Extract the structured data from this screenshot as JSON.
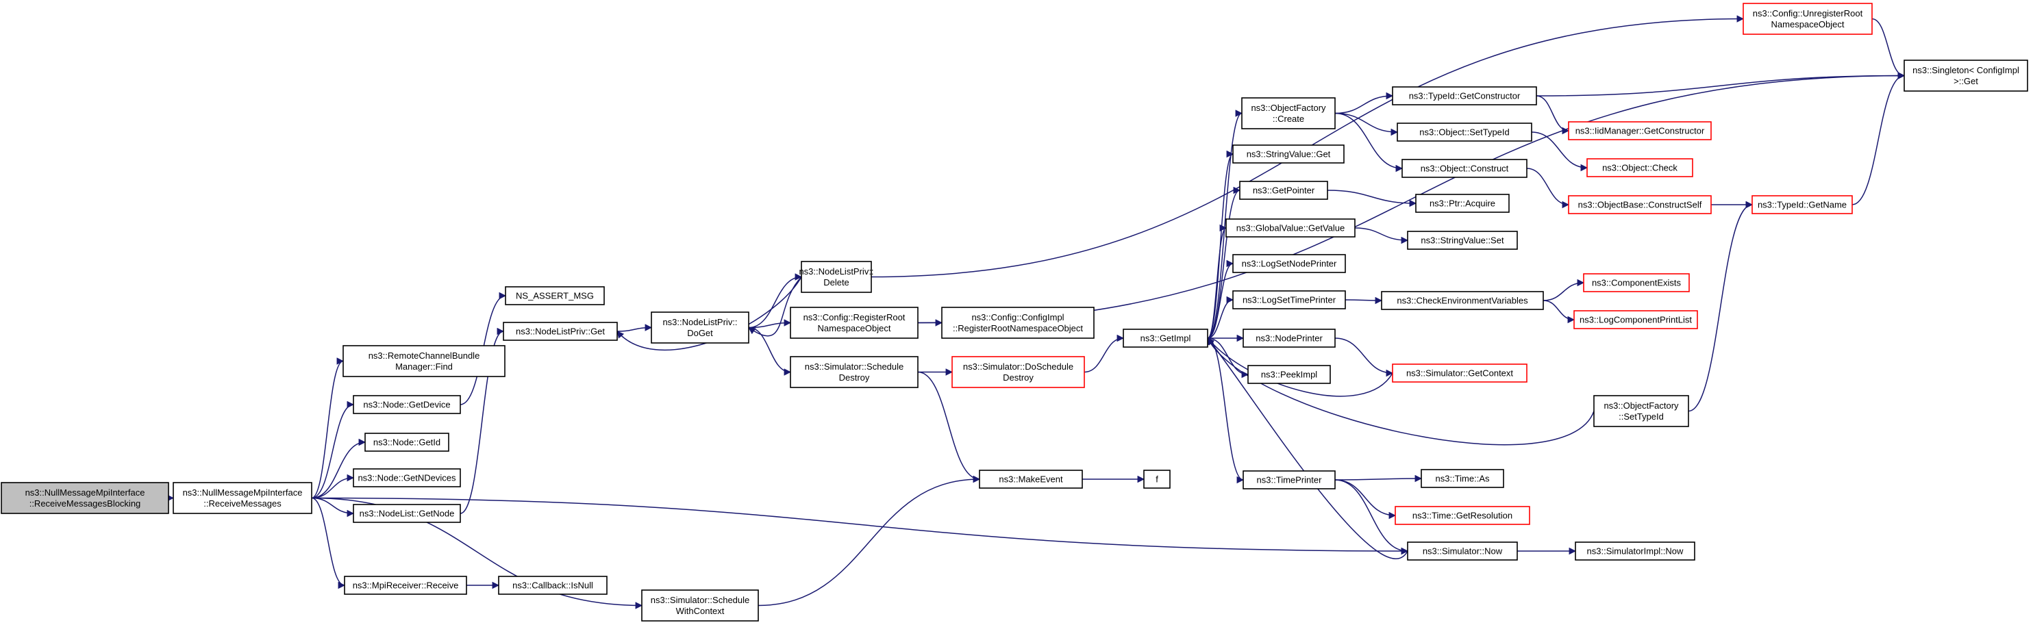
{
  "colors": {
    "edge": "#191970",
    "red_border": "#ff0000",
    "root_fill": "#bfbfbf"
  },
  "nodes": {
    "root": {
      "label": [
        "ns3::NullMessageMpiInterface",
        "::ReceiveMessagesBlocking"
      ],
      "root": true
    },
    "recv": {
      "label": [
        "ns3::NullMessageMpiInterface",
        "::ReceiveMessages"
      ]
    },
    "rcbm": {
      "label": [
        "ns3::RemoteChannelBundle",
        "Manager::Find"
      ]
    },
    "getdev": {
      "label": [
        "ns3::Node::GetDevice"
      ]
    },
    "getid": {
      "label": [
        "ns3::Node::GetId"
      ]
    },
    "getnd": {
      "label": [
        "ns3::Node::GetNDevices"
      ]
    },
    "getnode": {
      "label": [
        "ns3::NodeList::GetNode"
      ]
    },
    "mpirecv": {
      "label": [
        "ns3::MpiReceiver::Receive"
      ]
    },
    "isnull": {
      "label": [
        "ns3::Callback::IsNull"
      ]
    },
    "nsassert": {
      "label": [
        "NS_ASSERT_MSG"
      ]
    },
    "nlpget": {
      "label": [
        "ns3::NodeListPriv::Get"
      ]
    },
    "doget": {
      "label": [
        "ns3::NodeListPriv::",
        "DoGet"
      ]
    },
    "nlpdel": {
      "label": [
        "ns3::NodeListPriv::",
        "Delete"
      ]
    },
    "regroot": {
      "label": [
        "ns3::Config::RegisterRoot",
        "NamespaceObject"
      ]
    },
    "cfgreg": {
      "label": [
        "ns3::Config::ConfigImpl",
        "::RegisterRootNamespaceObject"
      ]
    },
    "schdes": {
      "label": [
        "ns3::Simulator::Schedule",
        "Destroy"
      ]
    },
    "doschdes": {
      "label": [
        "ns3::Simulator::DoSchedule",
        "Destroy"
      ],
      "red": true
    },
    "schctx": {
      "label": [
        "ns3::Simulator::Schedule",
        "WithContext"
      ]
    },
    "makeev": {
      "label": [
        "ns3::MakeEvent"
      ]
    },
    "f": {
      "label": [
        "f"
      ]
    },
    "getimpl": {
      "label": [
        "ns3::GetImpl"
      ]
    },
    "ofcreate": {
      "label": [
        "ns3::ObjectFactory",
        "::Create"
      ]
    },
    "svget": {
      "label": [
        "ns3::StringValue::Get"
      ]
    },
    "getptr": {
      "label": [
        "ns3::GetPointer"
      ]
    },
    "gvget": {
      "label": [
        "ns3::GlobalValue::GetValue"
      ]
    },
    "lognp": {
      "label": [
        "ns3::LogSetNodePrinter"
      ]
    },
    "logtp": {
      "label": [
        "ns3::LogSetTimePrinter"
      ]
    },
    "nodepr": {
      "label": [
        "ns3::NodePrinter"
      ]
    },
    "peek": {
      "label": [
        "ns3::PeekImpl"
      ]
    },
    "timepr": {
      "label": [
        "ns3::TimePrinter"
      ]
    },
    "tidgc": {
      "label": [
        "ns3::TypeId::GetConstructor"
      ]
    },
    "objsti": {
      "label": [
        "ns3::Object::SetTypeId"
      ]
    },
    "objcon": {
      "label": [
        "ns3::Object::Construct"
      ]
    },
    "ptracq": {
      "label": [
        "ns3::Ptr::Acquire"
      ]
    },
    "svset": {
      "label": [
        "ns3::StringValue::Set"
      ]
    },
    "chkenv": {
      "label": [
        "ns3::CheckEnvironmentVariables"
      ]
    },
    "getctx": {
      "label": [
        "ns3::Simulator::GetContext"
      ],
      "red": true
    },
    "ofsti": {
      "label": [
        "ns3::ObjectFactory",
        "::SetTypeId"
      ]
    },
    "timeas": {
      "label": [
        "ns3::Time::As"
      ]
    },
    "timeres": {
      "label": [
        "ns3::Time::GetResolution"
      ],
      "red": true
    },
    "simnow": {
      "label": [
        "ns3::Simulator::Now"
      ]
    },
    "implnow": {
      "label": [
        "ns3::SimulatorImpl::Now"
      ]
    },
    "unreg": {
      "label": [
        "ns3::Config::UnregisterRoot",
        "NamespaceObject"
      ],
      "red": true
    },
    "singget": {
      "label": [
        "ns3::Singleton< ConfigImpl",
        " >::Get"
      ]
    },
    "iidgc": {
      "label": [
        "ns3::IidManager::GetConstructor"
      ],
      "red": true
    },
    "objchk": {
      "label": [
        "ns3::Object::Check"
      ],
      "red": true
    },
    "obcs": {
      "label": [
        "ns3::ObjectBase::ConstructSelf"
      ],
      "red": true
    },
    "tidgn": {
      "label": [
        "ns3::TypeId::GetName"
      ],
      "red": true
    },
    "compex": {
      "label": [
        "ns3::ComponentExists"
      ],
      "red": true
    },
    "logcpl": {
      "label": [
        "ns3::LogComponentPrintList"
      ],
      "red": true
    }
  },
  "edges": [
    [
      "root",
      "recv"
    ],
    [
      "recv",
      "rcbm"
    ],
    [
      "recv",
      "getdev"
    ],
    [
      "recv",
      "getid"
    ],
    [
      "recv",
      "getnd"
    ],
    [
      "recv",
      "getnode"
    ],
    [
      "recv",
      "simnow"
    ],
    [
      "recv",
      "mpirecv"
    ],
    [
      "recv",
      "schctx"
    ],
    [
      "mpirecv",
      "isnull"
    ],
    [
      "getdev",
      "nsassert"
    ],
    [
      "getnode",
      "nlpget"
    ],
    [
      "nlpget",
      "doget"
    ],
    [
      "doget",
      "nlpdel"
    ],
    [
      "doget",
      "regroot"
    ],
    [
      "doget",
      "schdes"
    ],
    [
      "nlpdel",
      "nlpget"
    ],
    [
      "nlpdel",
      "doget"
    ],
    [
      "nlpdel",
      "unreg"
    ],
    [
      "regroot",
      "cfgreg"
    ],
    [
      "regroot",
      "singget"
    ],
    [
      "schdes",
      "doschdes"
    ],
    [
      "schdes",
      "makeev"
    ],
    [
      "schctx",
      "makeev"
    ],
    [
      "makeev",
      "f"
    ],
    [
      "doschdes",
      "getimpl"
    ],
    [
      "getimpl",
      "ofcreate"
    ],
    [
      "getimpl",
      "svget"
    ],
    [
      "getimpl",
      "getptr"
    ],
    [
      "getimpl",
      "gvget"
    ],
    [
      "getimpl",
      "lognp"
    ],
    [
      "getimpl",
      "logtp"
    ],
    [
      "getimpl",
      "nodepr"
    ],
    [
      "getimpl",
      "peek"
    ],
    [
      "getimpl",
      "timepr"
    ],
    [
      "ofcreate",
      "tidgc"
    ],
    [
      "ofcreate",
      "objsti"
    ],
    [
      "ofcreate",
      "objcon"
    ],
    [
      "tidgc",
      "singget"
    ],
    [
      "tidgc",
      "iidgc"
    ],
    [
      "objsti",
      "objchk"
    ],
    [
      "objcon",
      "obcs"
    ],
    [
      "getptr",
      "ptracq"
    ],
    [
      "gvget",
      "svset"
    ],
    [
      "logtp",
      "chkenv"
    ],
    [
      "chkenv",
      "compex"
    ],
    [
      "chkenv",
      "logcpl"
    ],
    [
      "nodepr",
      "getctx"
    ],
    [
      "getctx",
      "getimpl"
    ],
    [
      "ofsti",
      "getimpl"
    ],
    [
      "ofsti",
      "tidgn"
    ],
    [
      "obcs",
      "tidgn"
    ],
    [
      "tidgn",
      "singget"
    ],
    [
      "unreg",
      "singget"
    ],
    [
      "timepr",
      "timeas"
    ],
    [
      "timepr",
      "timeres"
    ],
    [
      "timepr",
      "simnow"
    ],
    [
      "simnow",
      "getimpl"
    ],
    [
      "simnow",
      "implnow"
    ]
  ]
}
